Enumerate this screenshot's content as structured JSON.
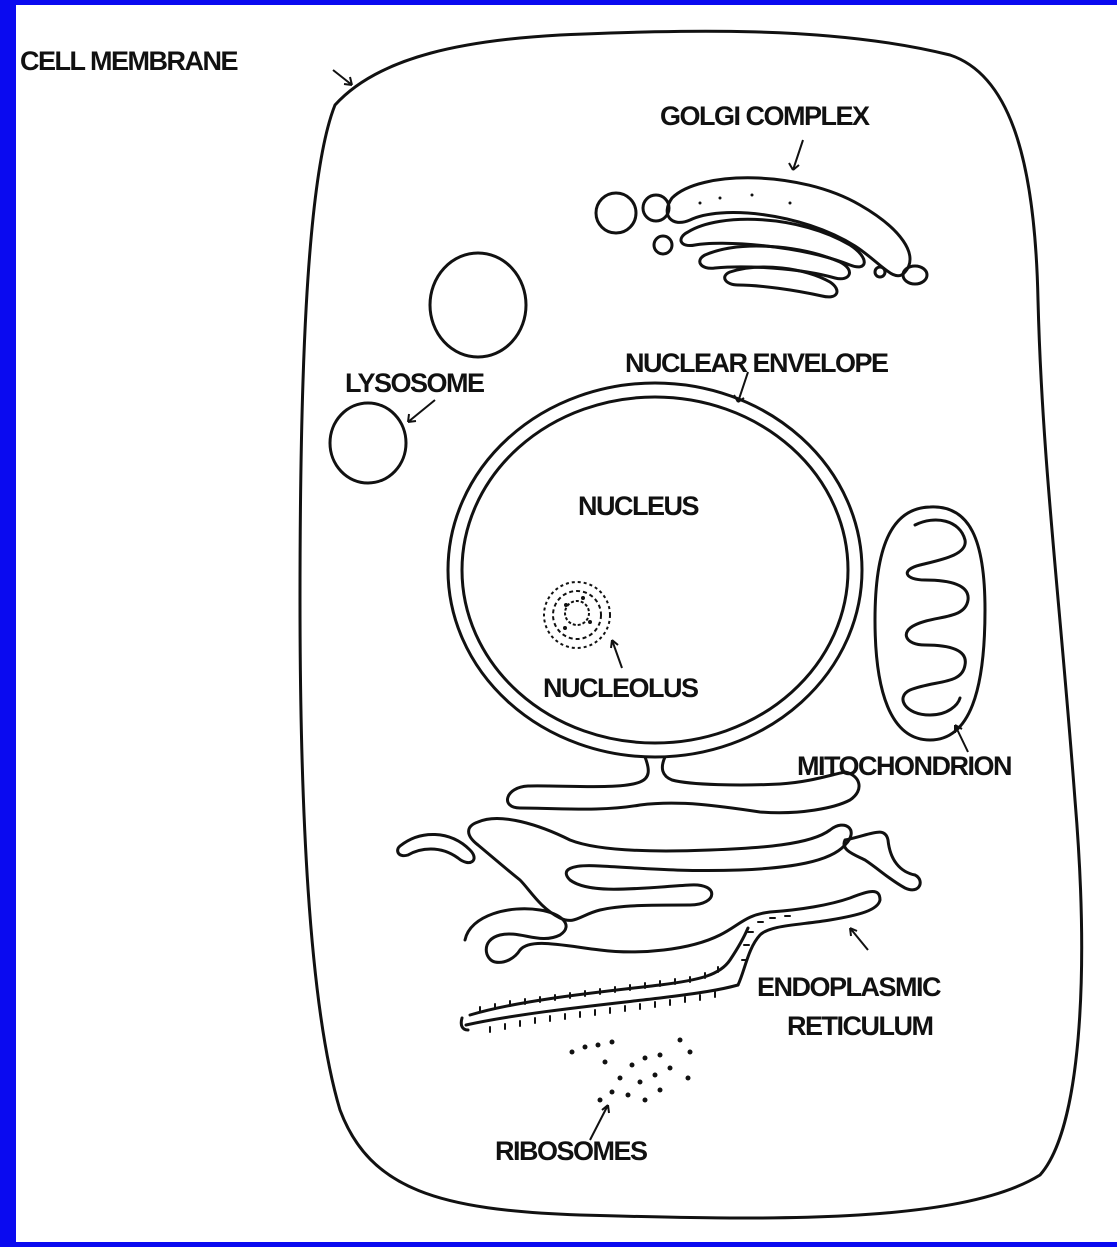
{
  "colors": {
    "frame": "#0a0af0",
    "background": "#ffffff",
    "ink": "#111111"
  },
  "labels": {
    "cell_membrane": "CELL MEMBRANE",
    "golgi_complex": "GOLGI COMPLEX",
    "lysosome": "LYSOSOME",
    "nuclear_envelope": "NUCLEAR ENVELOPE",
    "nucleus": "NUCLEUS",
    "nucleolus": "NUCLEOLUS",
    "mitochondrion": "MITOCHONDRION",
    "endoplasmic_reticulum_line1": "ENDOPLASMIC",
    "endoplasmic_reticulum_line2": "RETICULUM",
    "ribosomes": "RIBOSOMES"
  }
}
